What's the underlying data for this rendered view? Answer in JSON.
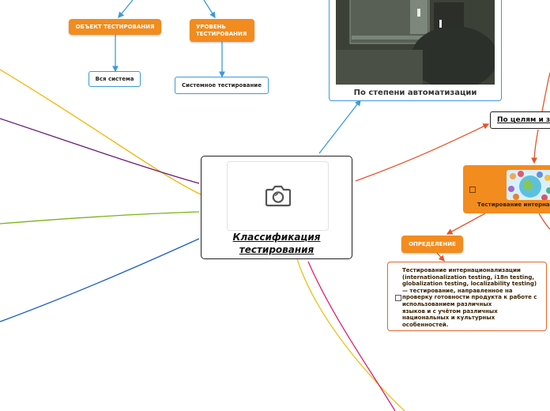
{
  "central": {
    "title": "Классификация тестирования",
    "image_icon": "camera-icon"
  },
  "branches": {
    "object": {
      "label": "ОБЪЕКТ ТЕСТИРОВАНИЯ",
      "child": "Вся система"
    },
    "level": {
      "label": "УРОВЕНЬ ТЕСТИРОВАНИЯ",
      "child": "Системное тестирование"
    },
    "automation": {
      "caption": "По степени автоматизации"
    },
    "goals": {
      "label": "По целям и з",
      "child": {
        "label": "Тестирование интерна",
        "definition_label": "ОПРЕДЕЛЕНИЕ",
        "definition_text": "Тестирование интернационализации\n(internationalization testing, i18n testing,\nglobalization testing, localizability testing)\n— тестирование, направленное на\nпроверку готовности продукта к работе с\nиспользованием различных\nязыков и с учётом различных\nнациональных и культурных\nособенностей."
      }
    }
  },
  "colors": {
    "node_orange": "#f28c1e",
    "connector_blue": "#3b9ad9",
    "connector_red": "#e3562c",
    "line_yellow": "#f5b400",
    "line_purple": "#6a1b7a",
    "line_green": "#7ab317",
    "line_navy": "#1d5fbf",
    "line_pink": "#e0206c",
    "line_gold": "#e8c21a"
  }
}
